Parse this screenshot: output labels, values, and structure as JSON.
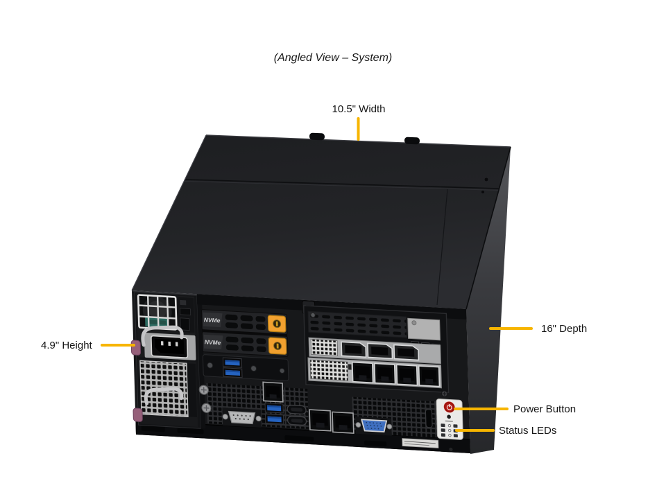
{
  "figure": {
    "title": "(Angled View – System)",
    "background_color": "#ffffff",
    "callout_color": "#F7B500",
    "text_color": "#161616"
  },
  "callouts": {
    "width": {
      "label": "10.5\" Width"
    },
    "depth": {
      "label": "16\" Depth"
    },
    "height": {
      "label": "4.9\" Height"
    },
    "power_button": {
      "label": "Power Button"
    },
    "status_leds": {
      "label": "Status LEDs"
    }
  },
  "chassis": {
    "drive_trays": [
      {
        "label": "NVMe"
      },
      {
        "label": "NVMe"
      }
    ],
    "colors": {
      "top_panel": "#232427",
      "side_panel": "#3E3F43",
      "rear_panel": "#17181A",
      "drive_clip": "#F2A12F",
      "power_button": "#C02019",
      "usb_port": "#2563C0",
      "vga_port": "#3F6FC0",
      "psu_latch": "#96607A"
    },
    "visible_ports": {
      "displayport": 3,
      "lan_expansion": 4,
      "lan_motherboard": 3,
      "usb3": 4,
      "serial_db9": 1,
      "vga": 1,
      "ac_inlet": 1
    }
  }
}
